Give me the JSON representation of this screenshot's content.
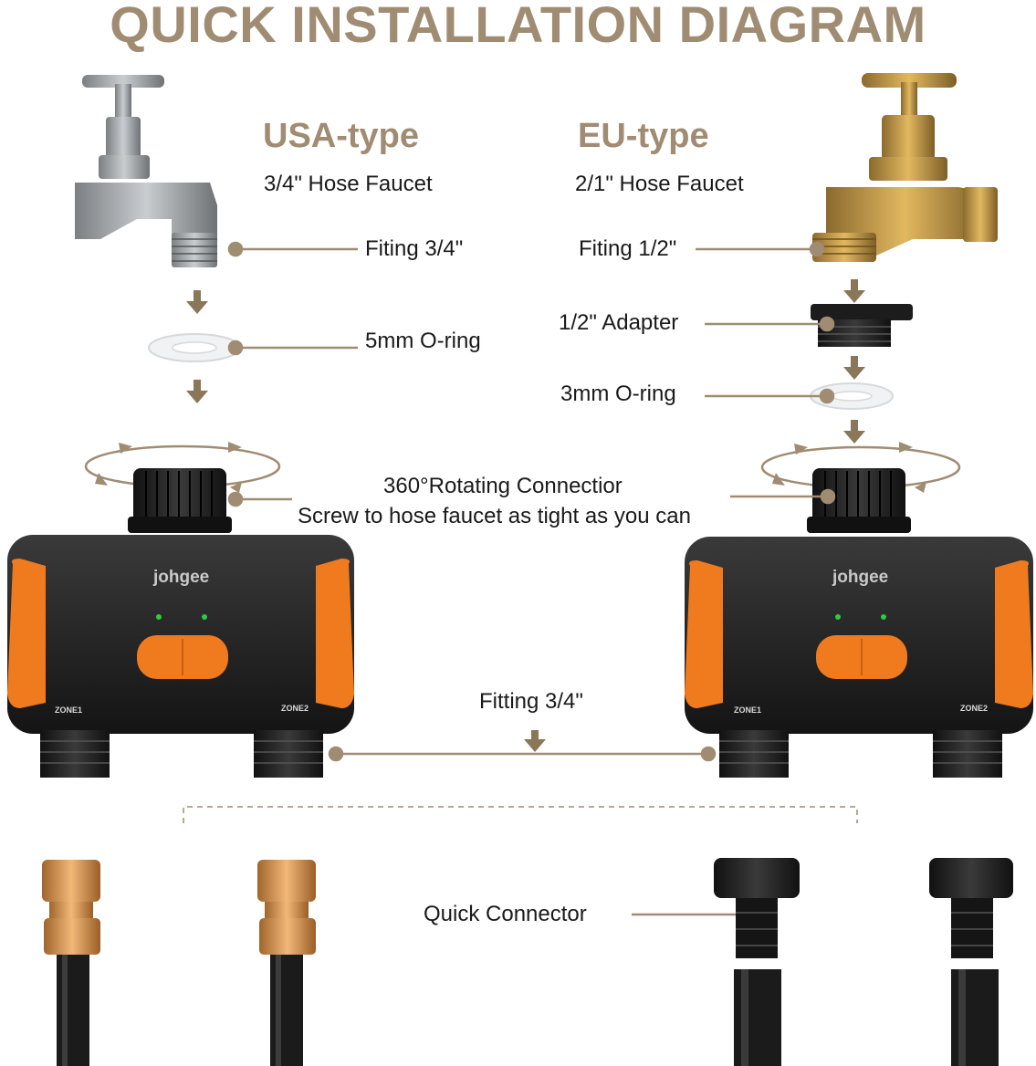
{
  "title": "QUICK INSTALLATION DIAGRAM",
  "usa": {
    "heading": "USA-type",
    "faucet": "3/4\" Hose Faucet",
    "fitting": "Fiting 3/4\"",
    "oring": "5mm O-ring"
  },
  "eu": {
    "heading": "EU-type",
    "faucet": "2/1\" Hose Faucet",
    "fitting": "Fiting 1/2\"",
    "adapter": "1/2\" Adapter",
    "oring": "3mm O-ring"
  },
  "connector": {
    "line1": "360°Rotating Connectior",
    "line2": "Screw to hose faucet as tight as you can"
  },
  "timer": {
    "brand": "johgee",
    "zone1": "ZONE1",
    "zone2": "ZONE2",
    "outlet_fitting": "Fitting 3/4\""
  },
  "hoses": {
    "quick_connector": "Quick Connector"
  },
  "colors": {
    "accent": "#a08c72",
    "orange": "#f07a1e",
    "body_black": "#1e1e1e",
    "brass": "#c8963c",
    "led_green": "#2ecc40"
  }
}
